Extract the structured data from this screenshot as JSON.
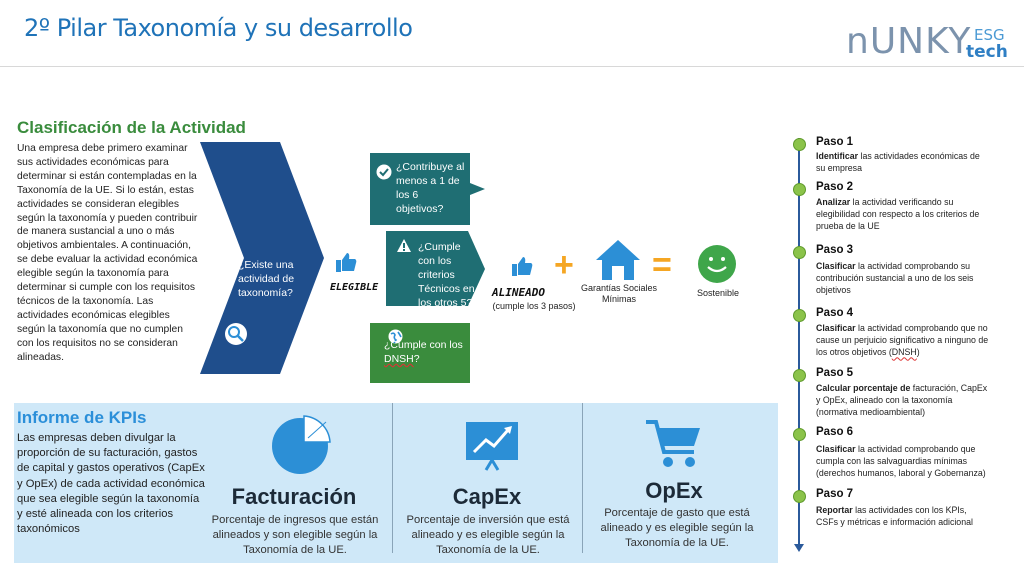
{
  "header": {
    "title": "2º Pilar Taxonomía y su desarrollo",
    "logo_main": "nUNKY",
    "logo_esg": "ESG",
    "logo_tech": "tech"
  },
  "clasificacion": {
    "title": "Clasificación de la Actividad",
    "text": "Una empresa debe primero examinar sus actividades económicas para determinar si están contempladas en la Taxonomía de la UE. Si lo están, estas actividades se consideran elegibles según la taxonomía y pueden contribuir de manera sustancial a uno o más objetivos ambientales. A continuación, se debe evaluar la actividad económica elegible según la taxonomía para determinar si cumple con los requisitos técnicos de la taxonomía. Las actividades económicas elegibles según la taxonomía que no cumplen con los requisitos no se consideran alineadas."
  },
  "flow": {
    "question": "¿Existe una actividad de taxonomía?",
    "elegible": "ELEGIBLE",
    "criteria": [
      {
        "text": "¿Contribuye al menos a 1 de los 6 objetivos?",
        "icon": "check-circle-icon"
      },
      {
        "text": "¿Cumple con los criterios Técnicos en los otros 5?",
        "icon": "warning-icon"
      },
      {
        "text_prefix": "¿Cumple con los ",
        "text_underlined": "DNSH",
        "text_suffix": "?",
        "icon": "globe-icon"
      }
    ],
    "alineado": "ALINEADO",
    "alineado_note": "(cumple los 3 pasos)",
    "garantias": "Garantías Sociales Mínimas",
    "sostenible": "Sostenible",
    "plus": "+",
    "equals": "="
  },
  "kpi": {
    "title": "Informe de KPIs",
    "text": "Las empresas deben divulgar la proporción de su facturación, gastos de capital y gastos operativos (CapEx y OpEx) de cada actividad económica que sea elegible según la taxonomía y esté alineada con los criterios taxonómicos",
    "cards": [
      {
        "name": "Facturación",
        "desc": "Porcentaje de ingresos que están alineados y son elegible según la Taxonomía de la UE.",
        "icon": "pie-chart-icon"
      },
      {
        "name": "CapEx",
        "desc": "Porcentaje de inversión que está alineado y es elegible según la Taxonomía de la UE.",
        "icon": "trend-chart-icon"
      },
      {
        "name": "OpEx",
        "desc": "Porcentaje de gasto que está alineado y es elegible según la Taxonomía de la UE.",
        "icon": "shopping-cart-icon"
      }
    ]
  },
  "steps": [
    {
      "title": "Paso 1",
      "bold": "Identificar",
      "rest": " las actividades económicas de su empresa"
    },
    {
      "title": "Paso 2",
      "bold": "Analizar",
      "rest": " la actividad verificando su elegibilidad con respecto a los criterios de prueba de la UE"
    },
    {
      "title": "Paso 3",
      "bold": "Clasificar",
      "rest": " la actividad comprobando su contribución sustancial a uno de los seis objetivos"
    },
    {
      "title": "Paso 4",
      "bold": "Clasificar",
      "rest": " la actividad comprobando que no cause un perjuicio significativo a ninguno de los otros objetivos (",
      "underlined": "DNSH",
      "tail": ")"
    },
    {
      "title": "Paso 5",
      "bold": "Calcular porcentaje de",
      "rest": " facturación, CapEx y OpEx, alineado con la taxonomía (normativa medioambiental)"
    },
    {
      "title": "Paso 6",
      "bold": "Clasificar",
      "rest": " la actividad comprobando que cumpla con las salvaguardias mínimas (derechos humanos, laboral y Gobernanza)"
    },
    {
      "title": "Paso 7",
      "bold": "Reportar",
      "rest": " las actividades con  los KPIs, CSFs y métricas e  información adicional"
    }
  ],
  "colors": {
    "title_blue": "#1f73b8",
    "chevron_blue": "#1f4e8c",
    "teal": "#1f6e73",
    "green": "#3a8c3d",
    "kpi_bg": "#cfe8f8",
    "icon_blue": "#2c8fd6",
    "orange": "#f5a623",
    "smile_green": "#3fa64a"
  }
}
